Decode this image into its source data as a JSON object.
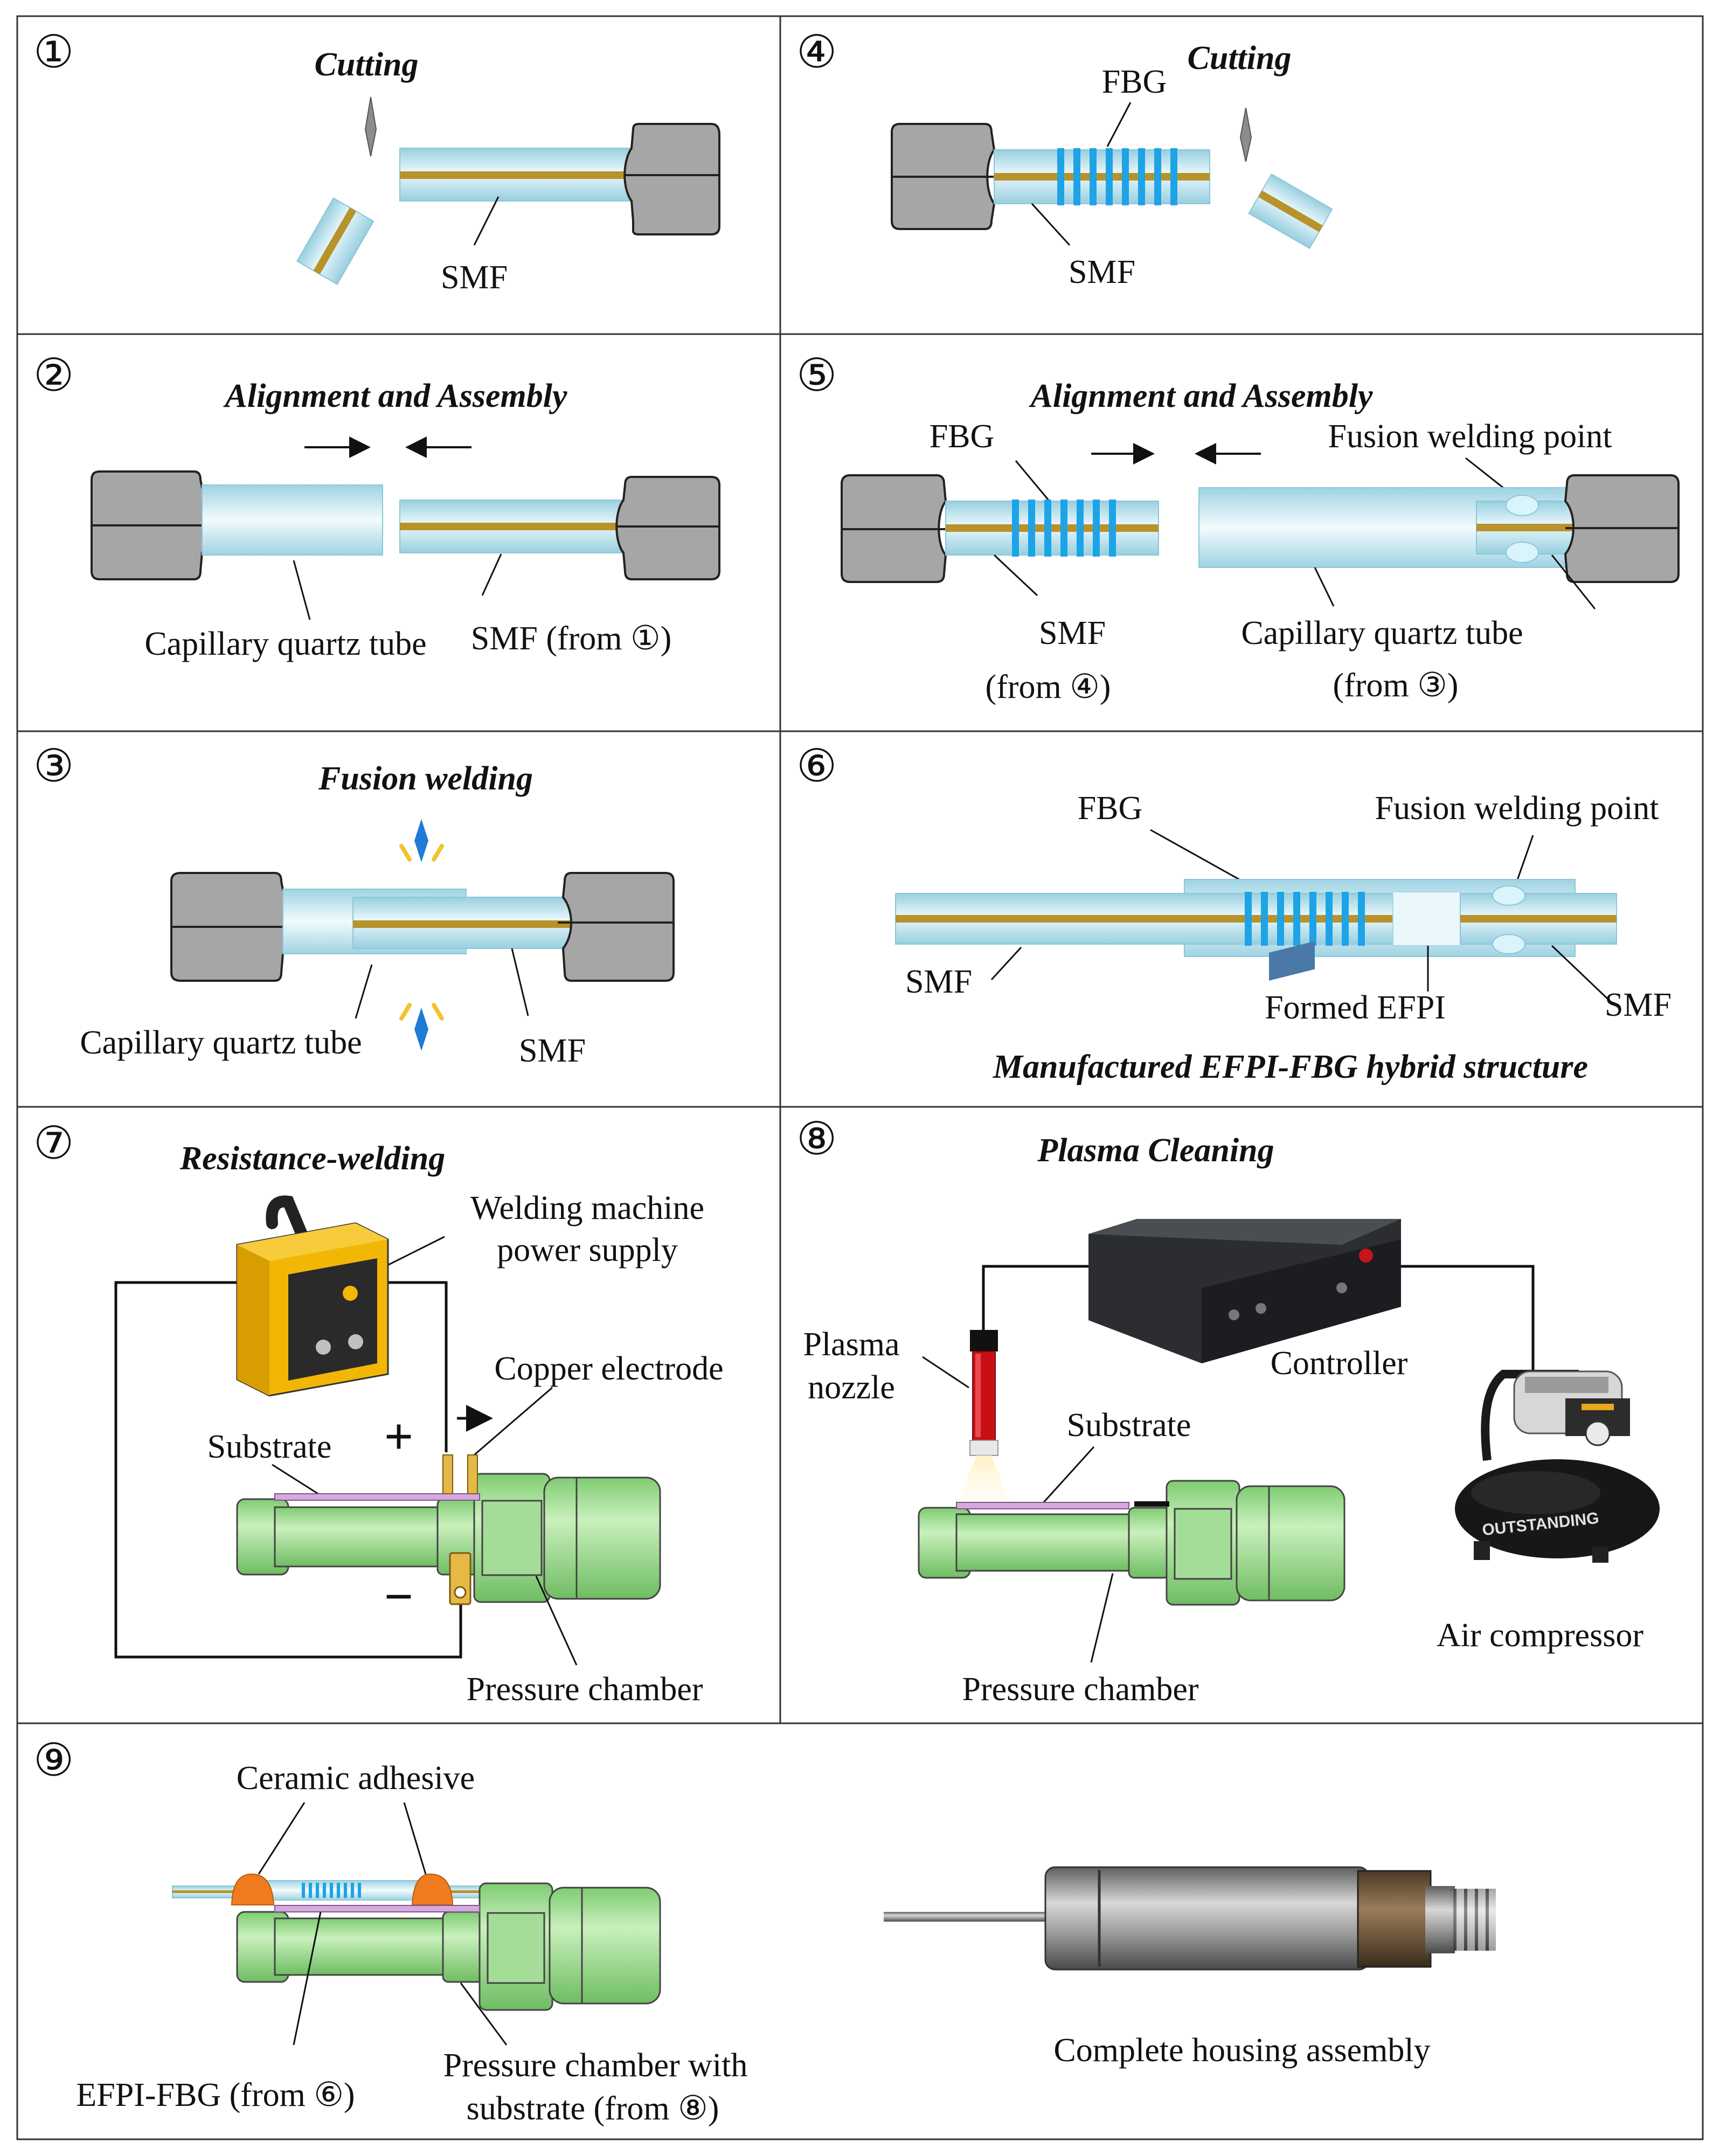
{
  "panels": {
    "p1": {
      "number": "①",
      "title": "Cutting",
      "smf": "SMF"
    },
    "p2": {
      "number": "②",
      "title": "Alignment and Assembly",
      "tube": "Capillary quartz tube",
      "smf": "SMF (from ①)"
    },
    "p3": {
      "number": "③",
      "title": "Fusion welding",
      "tube": "Capillary quartz tube",
      "smf": "SMF"
    },
    "p4": {
      "number": "④",
      "title": "Cutting",
      "fbg": "FBG",
      "smf": "SMF"
    },
    "p5": {
      "number": "⑤",
      "title": "Alignment and Assembly",
      "fbg": "FBG",
      "fusion": "Fusion welding point",
      "smf1": "SMF",
      "smf2": "(from ④)",
      "tube1": "Capillary quartz tube",
      "tube2": "(from ③)"
    },
    "p6": {
      "number": "⑥",
      "fbg": "FBG",
      "fusion": "Fusion welding point",
      "smf_left": "SMF",
      "efpi": "Formed EFPI",
      "smf_right": "SMF",
      "caption": "Manufactured EFPI-FBG hybrid structure"
    },
    "p7": {
      "number": "⑦",
      "title": "Resistance-welding",
      "machine1": "Welding machine",
      "machine2": "power supply",
      "electrode": "Copper electrode",
      "substrate": "Substrate",
      "chamber": "Pressure chamber",
      "plus": "+",
      "minus": "−"
    },
    "p8": {
      "number": "⑧",
      "title": "Plasma Cleaning",
      "nozzle1": "Plasma",
      "nozzle2": "nozzle",
      "controller": "Controller",
      "substrate": "Substrate",
      "chamber": "Pressure chamber",
      "compressor": "Air compressor",
      "compressor_brand": "OUTSTANDING"
    },
    "p9": {
      "number": "⑨",
      "adhesive": "Ceramic adhesive",
      "efpi": "EFPI-FBG (from ⑥)",
      "chamber1": "Pressure chamber with",
      "chamber2": "substrate (from ⑧)",
      "housing": "Complete housing assembly"
    }
  },
  "colors": {
    "fiber": "#b9e2ec",
    "core": "#b8922a",
    "grating": "#1ea3e6",
    "clamp": "#a6a6a6",
    "chamber": "#9fdb8f",
    "adhesive": "#f07c1f",
    "machine": "#f2b705",
    "nozzle": "#c80f14"
  }
}
